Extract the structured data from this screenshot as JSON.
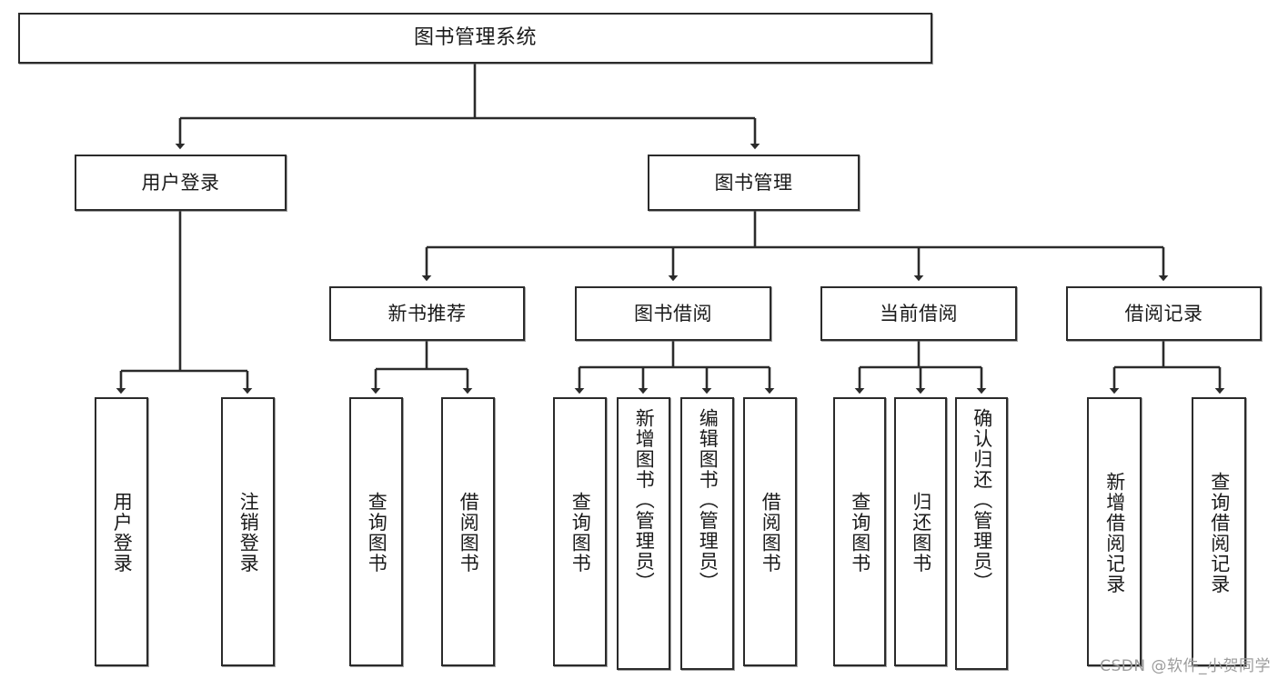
{
  "diagram": {
    "title": "图书管理系统",
    "type": "tree-hierarchy",
    "watermark": "CSDN @软件_小贺同学",
    "nodes": {
      "root": {
        "label": "图书管理系统"
      },
      "level2": [
        {
          "id": "user-login",
          "label": "用户登录"
        },
        {
          "id": "book-manage",
          "label": "图书管理"
        }
      ],
      "level3": [
        {
          "id": "new-book-recommend",
          "label": "新书推荐"
        },
        {
          "id": "book-borrow",
          "label": "图书借阅"
        },
        {
          "id": "current-borrow",
          "label": "当前借阅"
        },
        {
          "id": "borrow-record",
          "label": "借阅记录"
        }
      ],
      "leaves": {
        "user_login": [
          {
            "id": "leaf-user-login",
            "label": "用户登录"
          },
          {
            "id": "leaf-logout-login",
            "label": "注销登录"
          }
        ],
        "new_book_recommend": [
          {
            "id": "leaf-query-book-1",
            "label": "查询图书"
          },
          {
            "id": "leaf-borrow-book-1",
            "label": "借阅图书"
          }
        ],
        "book_borrow": [
          {
            "id": "leaf-query-book-2",
            "label": "查询图书"
          },
          {
            "id": "leaf-add-book",
            "label": "新增图书（管理员）"
          },
          {
            "id": "leaf-edit-book",
            "label": "编辑图书（管理员）"
          },
          {
            "id": "leaf-borrow-book-2",
            "label": "借阅图书"
          }
        ],
        "current_borrow": [
          {
            "id": "leaf-query-book-3",
            "label": "查询图书"
          },
          {
            "id": "leaf-return-book",
            "label": "归还图书"
          },
          {
            "id": "leaf-confirm-return",
            "label": "确认归还（管理员）"
          }
        ],
        "borrow_record": [
          {
            "id": "leaf-add-record",
            "label": "新增借阅记录"
          },
          {
            "id": "leaf-query-record",
            "label": "查询借阅记录"
          }
        ]
      }
    },
    "colors": {
      "stroke": "#2b2b2b",
      "fill": "#ffffff",
      "text": "#1a1a1a",
      "watermark": "#9c9c9c"
    }
  }
}
